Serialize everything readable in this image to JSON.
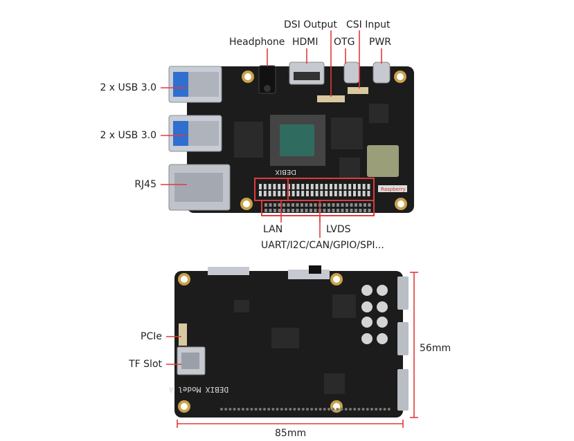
{
  "top_board": {
    "labels": {
      "dsi_output": "DSI Output",
      "csi_input": "CSI Input",
      "headphone": "Headphone",
      "hdmi": "HDMI",
      "otg": "OTG",
      "pwr": "PWR",
      "usb_upper": "2 x USB 3.0",
      "usb_lower": "2 x USB 3.0",
      "rj45": "RJ45",
      "lan": "LAN",
      "lvds": "LVDS",
      "header": "UART/I2C/CAN/GPIO/SPI..."
    },
    "silkscreen": {
      "brand": "DEBIX",
      "board_tag": "Raspberry"
    }
  },
  "bottom_board": {
    "labels": {
      "pcie": "PCIe",
      "tf_slot": "TF Slot"
    },
    "silkscreen": {
      "model": "DEBIX Model A"
    }
  },
  "dimensions": {
    "height": "56mm",
    "width": "85mm"
  },
  "colors": {
    "pcb": "#1c1c1c",
    "callout": "#e03a3a",
    "mounting_hole": "#c9a24a",
    "chip": "#2a2a2a",
    "usb_port": "#c8ccd4",
    "usb_tongue": "#2f6fcf"
  }
}
